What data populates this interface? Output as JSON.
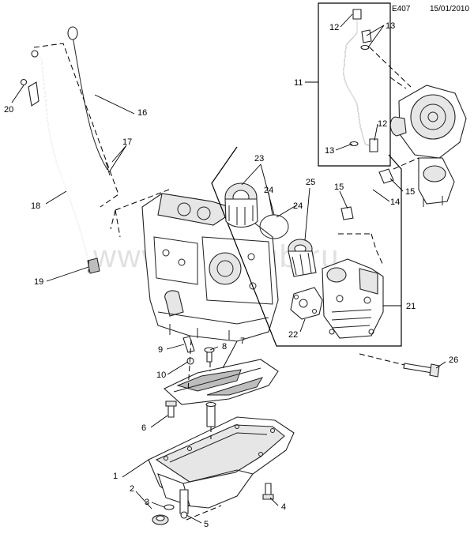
{
  "header": {
    "code": "E407",
    "date": "15/01/2010"
  },
  "watermark": "www.gm-klub.ru",
  "callouts": {
    "c1": "1",
    "c2": "2",
    "c3": "3",
    "c4": "4",
    "c5": "5",
    "c6": "6",
    "c7": "7",
    "c8": "8",
    "c9": "9",
    "c10": "10",
    "c11": "11",
    "c12a": "12",
    "c12b": "12",
    "c13a": "13",
    "c13b": "13",
    "c14": "14",
    "c15a": "15",
    "c15b": "15",
    "c16": "16",
    "c17": "17",
    "c18": "18",
    "c19": "19",
    "c20": "20",
    "c21": "21",
    "c22": "22",
    "c23": "23",
    "c24a": "24",
    "c24b": "24",
    "c25": "25",
    "c26": "26"
  }
}
